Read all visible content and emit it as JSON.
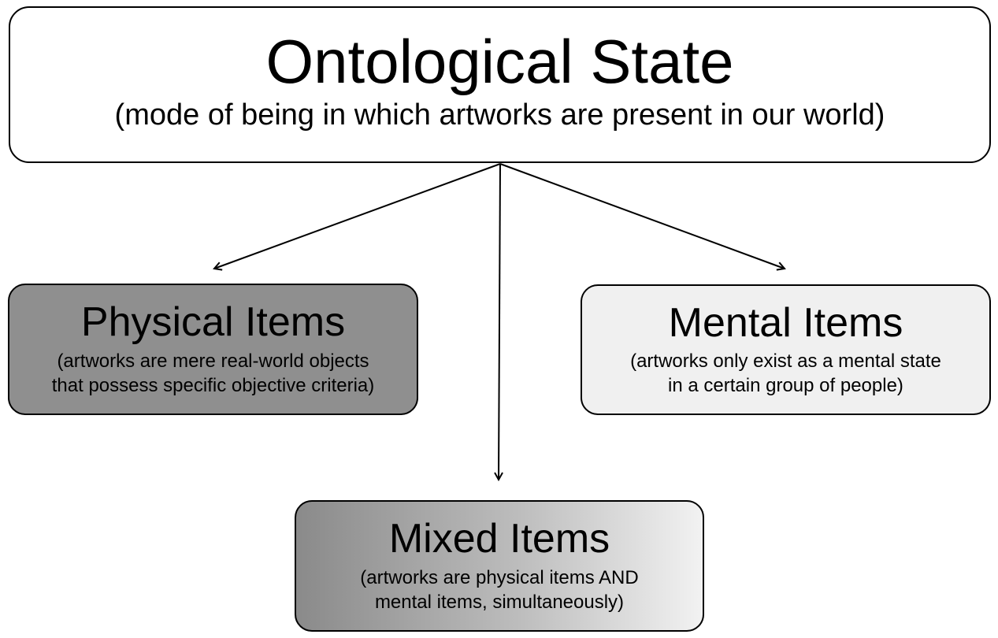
{
  "root": {
    "title": "Ontological State",
    "subtitle": "(mode of being in which artworks are present in our world)"
  },
  "children": {
    "physical": {
      "title": "Physical Items",
      "line1": "(artworks are mere real-world objects",
      "line2": "that possess specific objective criteria)",
      "fill": "#8f8f8f"
    },
    "mental": {
      "title": "Mental Items",
      "line1": "(artworks only exist as a mental state",
      "line2": "in a certain group of people)",
      "fill": "#f0f0f0"
    },
    "mixed": {
      "title": "Mixed Items",
      "line1": "(artworks are physical items AND",
      "line2": "mental items, simultaneously)",
      "fill": "gradient dark-gray to light-gray"
    }
  },
  "edges": [
    {
      "from": "root",
      "to": "physical"
    },
    {
      "from": "root",
      "to": "mixed"
    },
    {
      "from": "root",
      "to": "mental"
    }
  ]
}
